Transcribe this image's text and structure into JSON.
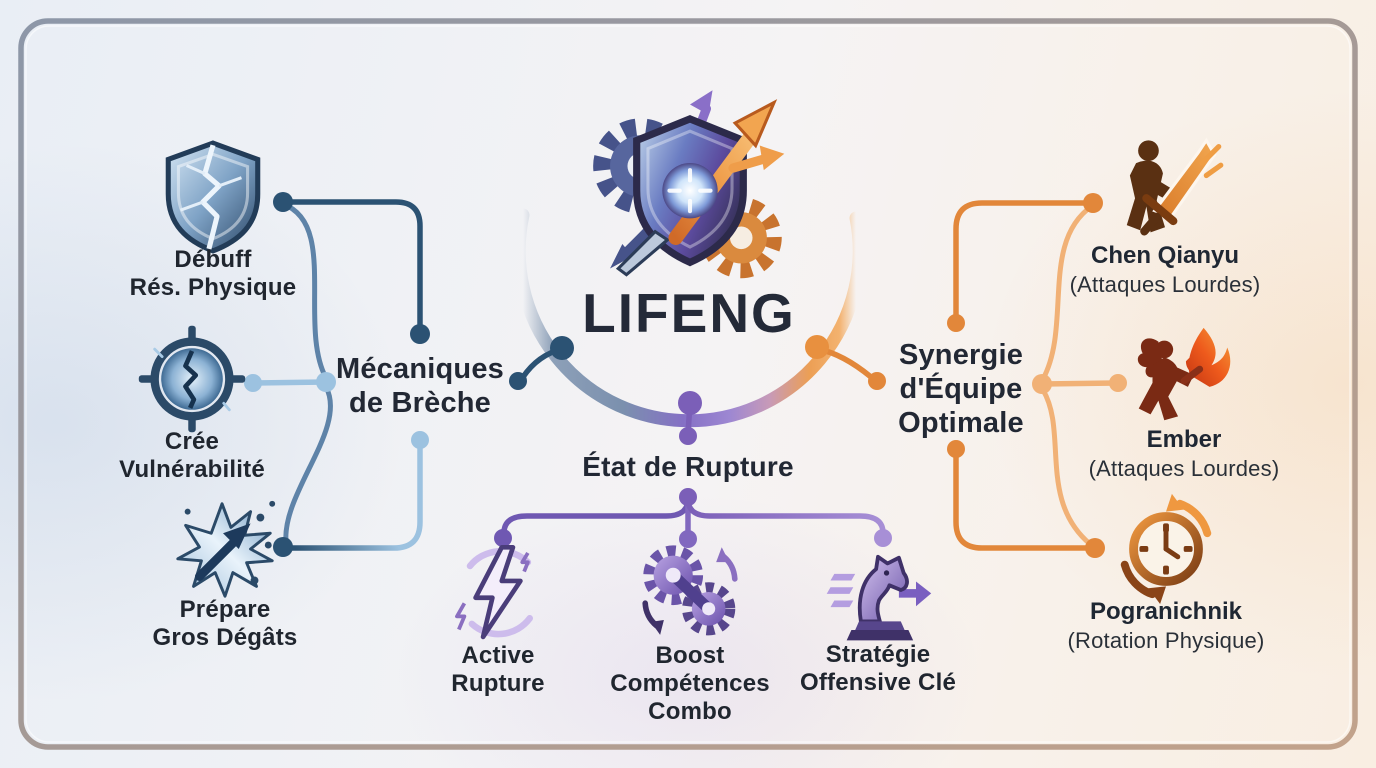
{
  "center": {
    "title": "LIFENG",
    "logo_icon": "shield-arrows-gears-logo"
  },
  "colors": {
    "left_accent": "#2b5273",
    "left_light": "#9cc2e0",
    "bottom_accent": "#7b5fb8",
    "bottom_light": "#a78fd6",
    "right_accent": "#e2873a",
    "right_light": "#f1b176",
    "text": "#20262f"
  },
  "left_branch": {
    "label": "Mécaniques\nde Brèche",
    "items": [
      {
        "icon": "cracked-shield-icon",
        "label": "Débuff\nRés. Physique"
      },
      {
        "icon": "cracked-target-icon",
        "label": "Crée\nVulnérabilité"
      },
      {
        "icon": "burst-arrow-icon",
        "label": "Prépare\nGros Dégâts"
      }
    ]
  },
  "bottom_branch": {
    "label": "État de Rupture",
    "items": [
      {
        "icon": "lightning-icon",
        "label": "Active\nRupture"
      },
      {
        "icon": "linked-gears-icon",
        "label": "Boost\nCompétences\nCombo"
      },
      {
        "icon": "chess-knight-icon",
        "label": "Stratégie\nOffensive Clé"
      }
    ]
  },
  "right_branch": {
    "label": "Synergie\nd'Équipe\nOptimale",
    "items": [
      {
        "icon": "warrior-sword-icon",
        "name": "Chen Qianyu",
        "role": "(Attaques Lourdes)"
      },
      {
        "icon": "fire-woman-icon",
        "name": "Ember",
        "role": "(Attaques Lourdes)"
      },
      {
        "icon": "clock-rotation-icon",
        "name": "Pogranichnik",
        "role": "(Rotation Physique)"
      }
    ]
  }
}
